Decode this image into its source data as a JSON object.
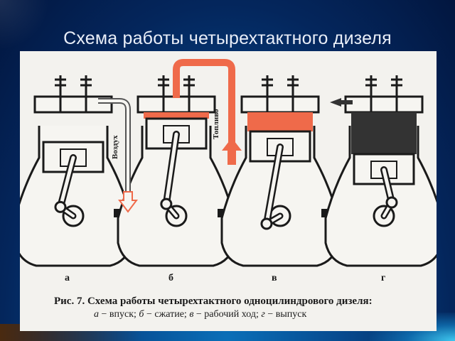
{
  "slide": {
    "title": "Схема работы четырехтактного дизеля"
  },
  "figure": {
    "air_label": "Воздух",
    "fuel_label": "Топливо",
    "stroke_labels": [
      "а",
      "б",
      "в",
      "г"
    ],
    "caption_title": "Рис. 7. Схема работы четырехтактного одноцилиндрового дизеля:",
    "caption_parts": [
      {
        "letter": "а",
        "text": " − впуск; "
      },
      {
        "letter": "б",
        "text": " − сжатие; "
      },
      {
        "letter": "в",
        "text": " − рабочий ход; "
      },
      {
        "letter": "г",
        "text": " − выпуск"
      }
    ],
    "colors": {
      "fuel": "#ef6a4a",
      "exhaust": "#333333",
      "outline": "#1a1a1a",
      "paper": "#f3f2ee"
    }
  }
}
